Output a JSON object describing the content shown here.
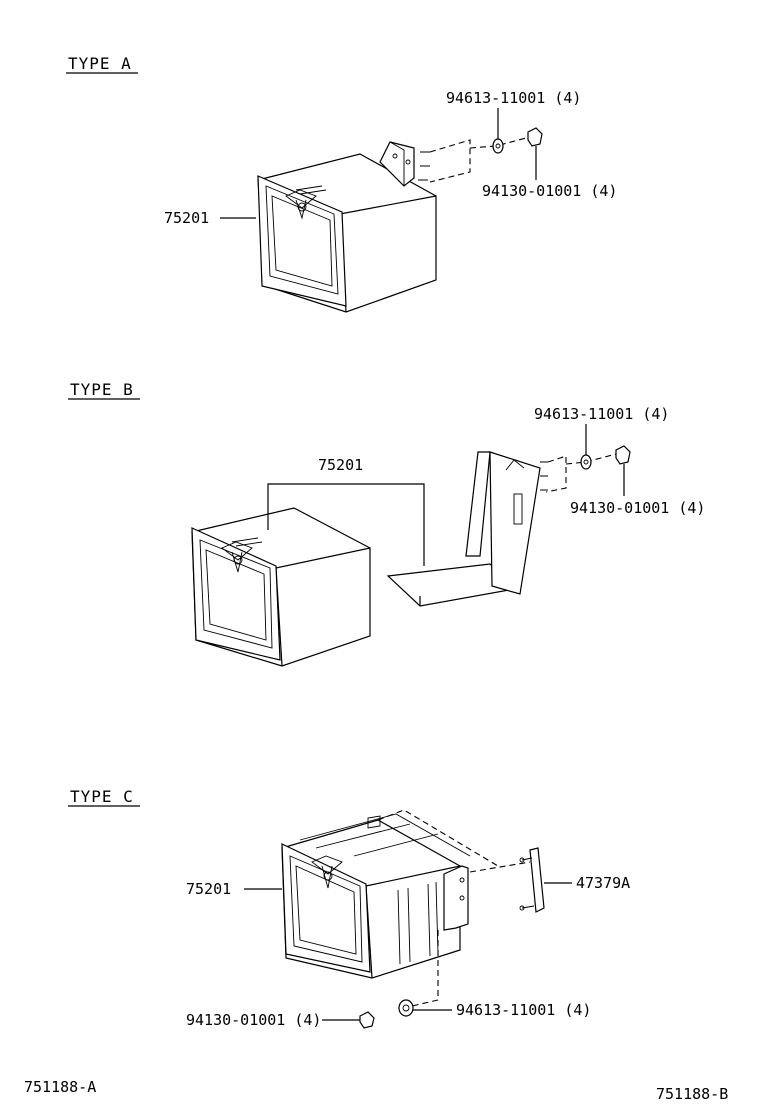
{
  "sections": {
    "type_a": {
      "title": "TYPE  A",
      "part_box": "75201",
      "part_washer": "94613-11001 (4)",
      "part_nut": "94130-01001 (4)"
    },
    "type_b": {
      "title": "TYPE  B",
      "part_box": "75201",
      "part_washer": "94613-11001 (4)",
      "part_nut": "94130-01001 (4)"
    },
    "type_c": {
      "title": "TYPE  C",
      "part_box": "75201",
      "part_bracket": "47379A",
      "part_nut": "94130-01001 (4)",
      "part_washer": "94613-11001 (4)"
    }
  },
  "footer": {
    "left_code": "751188-A",
    "right_code": "751188-B"
  }
}
